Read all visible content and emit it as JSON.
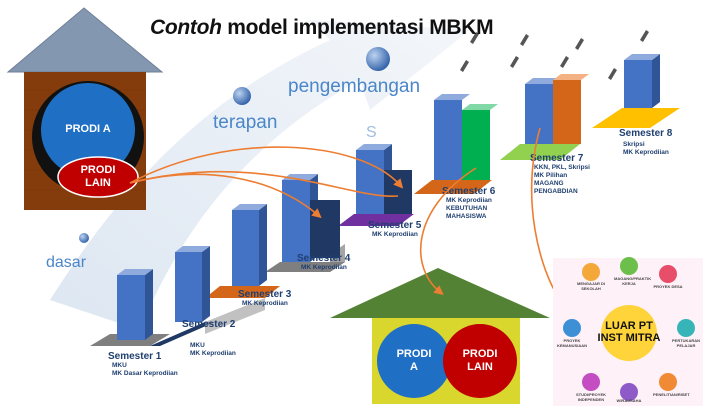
{
  "title": {
    "emph": "Contoh",
    "rest": " model implementasi MBKM"
  },
  "stages": {
    "dasar": "dasar",
    "terapan": "terapan",
    "pengembangan": "pengembangan",
    "fragment": "S"
  },
  "house_left": {
    "circle_big": "PRODI A",
    "circle_small_line1": "PRODI",
    "circle_small_line2": "LAIN"
  },
  "house_bottom": {
    "circle_left_line1": "PRODI",
    "circle_left_line2": "A",
    "circle_right_line1": "PRODI",
    "circle_right_line2": "LAIN"
  },
  "mitra": {
    "line1": "LUAR PT",
    "line2": "INST MITRA"
  },
  "semesters": [
    {
      "title": "Semester 1",
      "lines": [
        "MKU",
        "MK Dasar Keprodiian"
      ]
    },
    {
      "title": "Semester 2",
      "lines": [
        "MKU",
        "MK Keprodiian"
      ]
    },
    {
      "title": "Semester 3",
      "lines": [
        "MK Keprodiian"
      ]
    },
    {
      "title": "Semester 4",
      "lines": [
        "MK Keprodiian"
      ]
    },
    {
      "title": "Semester 5",
      "lines": [
        "MK Keprodiian"
      ]
    },
    {
      "title": "Semester 6",
      "lines": [
        "MK Keprodiian",
        "KEBUTUHAN",
        "MAHASISWA"
      ]
    },
    {
      "title": "Semester 7",
      "lines": [
        "KKN, PKL, Skripsi",
        "MK Pilihan",
        "MAGANG",
        "PENGABDIAN"
      ]
    },
    {
      "title": "Semester 8",
      "lines": [
        "Skripsi",
        "MK Keprodiian"
      ]
    }
  ],
  "partners": [
    "MENGAJAR DI SEKOLAH",
    "MAGANG/PRAKTIK KERJA",
    "PROYEK DESA",
    "PERTUKARAN PELAJAR",
    "PENELITIAN/RISET",
    "WIRAUSAHA",
    "STUDI/PROYEK INDEPENDEN",
    "PROYEK KEMANUSIAAN"
  ],
  "colors": {
    "blue": "#4472c4",
    "dark_blue": "#203864",
    "green": "#00b050",
    "orange": "#d4661a",
    "house_brown": "#843c0c",
    "house_roof": "#8497b0",
    "bottom_roof": "#548235",
    "bottom_wall": "#d9d62e",
    "red": "#c00000"
  }
}
